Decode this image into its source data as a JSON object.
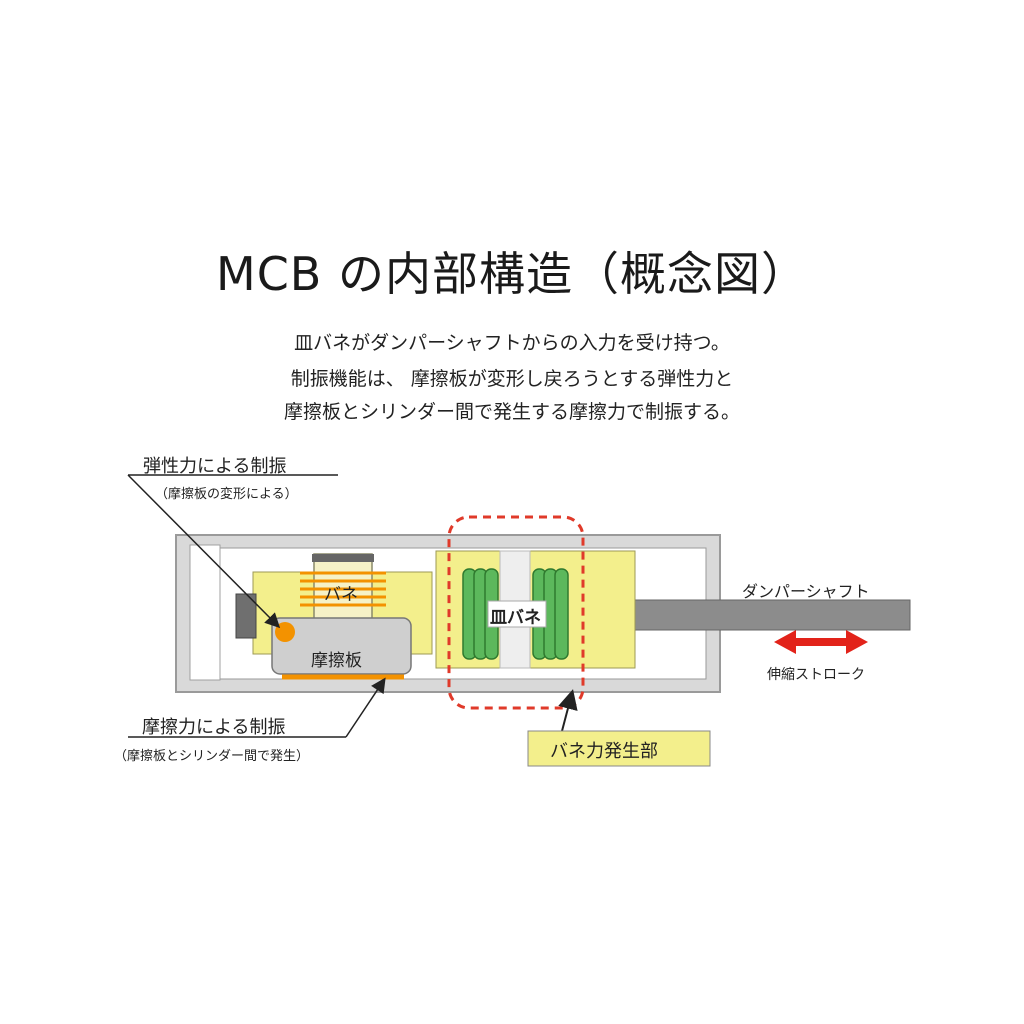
{
  "title": "MCB の内部構造（概念図）",
  "description": [
    "皿バネがダンパーシャフトからの入力を受け持つ。",
    "制振機能は、 摩擦板が変形し戻ろうとする弾性力と",
    "摩擦板とシリンダー間で発生する摩擦力で制振する。"
  ],
  "callouts": {
    "elastic": {
      "title": "弾性力による制振",
      "sub": "（摩擦板の変形による）"
    },
    "friction": {
      "title": "摩擦力による制振",
      "sub": "（摩擦板とシリンダー間で発生）"
    },
    "spring_force": "バネ力発生部"
  },
  "parts": {
    "spring": "バネ",
    "friction_plate": "摩擦板",
    "disc_spring": "皿バネ",
    "shaft": "ダンパーシャフト",
    "stroke": "伸縮ストローク"
  },
  "colors": {
    "housing": "#d7d7d7",
    "inner_block": "#f3ef8c",
    "disc": "#4caf50",
    "friction_plate": "#c9c9c9",
    "orange": "#f39200",
    "red_arrow": "#e2231a",
    "dashed": "#e03a2a"
  }
}
